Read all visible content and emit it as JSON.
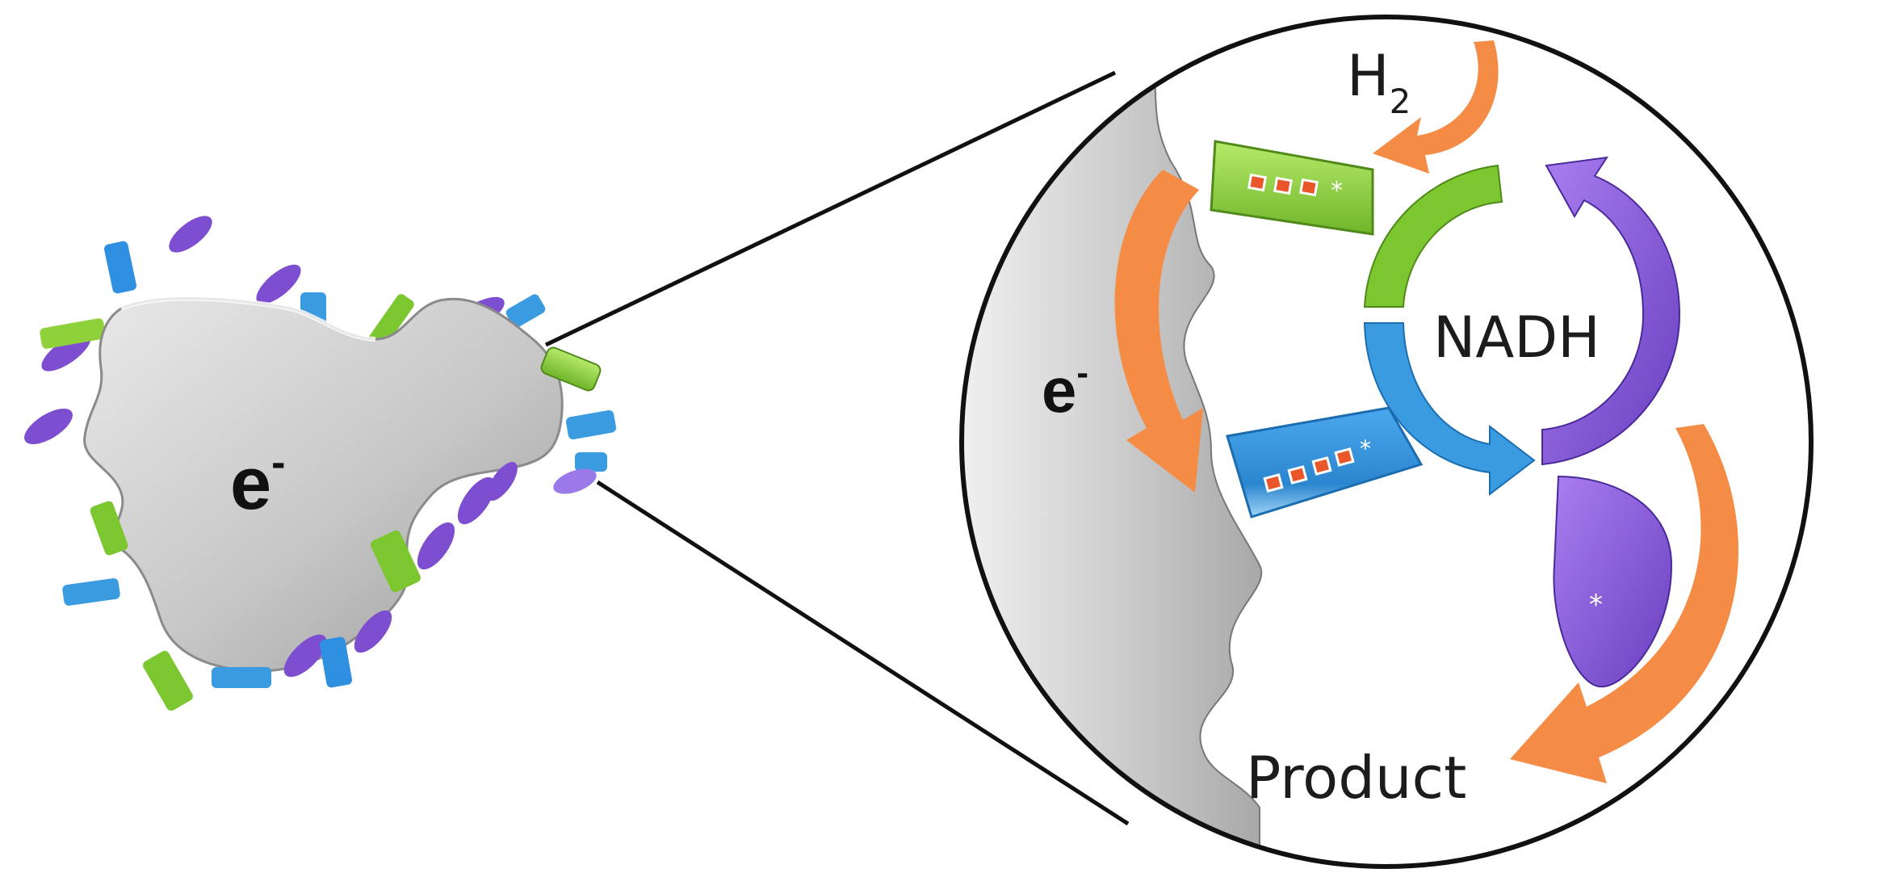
{
  "labels": {
    "particle_electron": "e",
    "particle_electron_sup": "-",
    "zoom_electron": "e",
    "zoom_electron_sup": "-",
    "hydrogen": "H",
    "hydrogen_sub": "2",
    "cofactor": "NADH",
    "product": "Product"
  },
  "colors": {
    "hydrogenase_green": "#8fd13a",
    "reductase_blue": "#3a9be0",
    "enzyme_purple": "#8a5fd6",
    "electron_orange": "#f58c45",
    "particle_gray": "#c8c8c8",
    "outline": "#111111"
  },
  "icons": {
    "electron_flow": "orange-curved-arrow-icon",
    "cycle": "nadh-cycle-arrows-icon",
    "cluster": "iron-sulfur-cluster-icon"
  }
}
